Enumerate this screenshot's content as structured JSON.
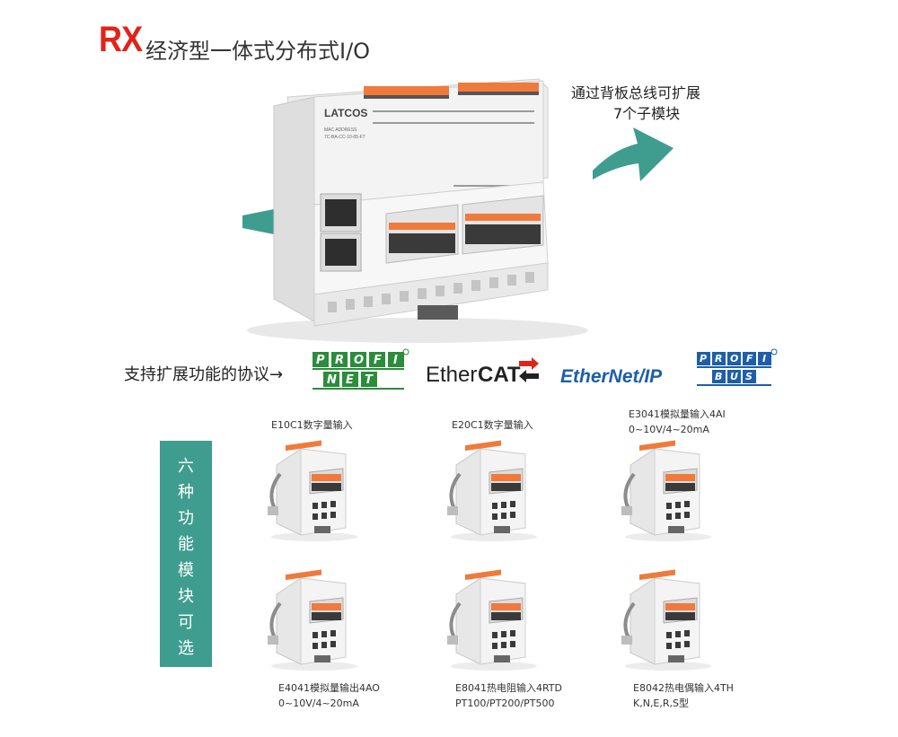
{
  "title": {
    "brand": "RX",
    "text": "经济型一体式分布式I/O"
  },
  "device": {
    "brand": "LATCOS",
    "mac_label": "MAC ADDRESS",
    "model": "7C-BA-CC-10-05-F7"
  },
  "bus_note": {
    "line1": "通过背板总线可扩展",
    "line2": "7个子模块"
  },
  "protocols": {
    "label": "支持扩展功能的协议→",
    "profinet": {
      "row1": [
        "P",
        "R",
        "O",
        "F",
        "I"
      ],
      "row2": [
        "N",
        "E",
        "T"
      ]
    },
    "ethercat": {
      "part1": "Ether",
      "part2": "CAT"
    },
    "ethernetip": {
      "text": "EtherNet/IP"
    },
    "profibus": {
      "row1": [
        "P",
        "R",
        "O",
        "F",
        "I"
      ],
      "row2": [
        "B",
        "U",
        "S"
      ]
    }
  },
  "sidebar": {
    "chars": [
      "六",
      "种",
      "功",
      "能",
      "模",
      "块",
      "可",
      "选"
    ]
  },
  "modules": [
    {
      "line1": "E10C1数字量输入",
      "line2": ""
    },
    {
      "line1": "E20C1数字量输入",
      "line2": ""
    },
    {
      "line1": "E3041模拟量输入4AI",
      "line2": "0~10V/4~20mA"
    },
    {
      "line1": "E4041模拟量输出4AO",
      "line2": "0~10V/4~20mA"
    },
    {
      "line1": "E8041热电阻输入4RTD",
      "line2": "PT100/PT200/PT500"
    },
    {
      "line1": "E8042热电偶输入4TH",
      "line2": "K,N,E,R,S型"
    }
  ],
  "colors": {
    "brand_red": "#e2231a",
    "teal": "#3f9d8f",
    "profi_green": "#2a8d3a",
    "profi_blue": "#1d5fa8",
    "terminal_orange": "#f07a3c"
  }
}
